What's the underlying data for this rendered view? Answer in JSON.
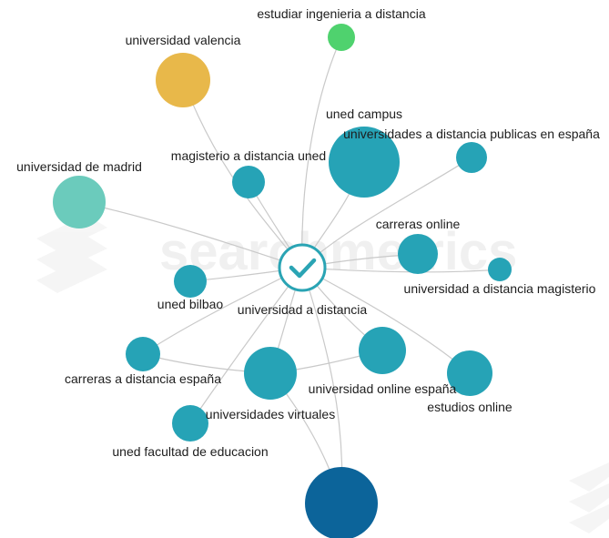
{
  "watermark": {
    "text": "searchmetrics"
  },
  "center": {
    "label": "universidad a distancia",
    "color": "#2aa4b4",
    "icon": "checkmark-icon"
  },
  "colors": {
    "teal": "#26a3b6",
    "dark_blue": "#0c649a",
    "mint": "#6bcbbc",
    "yellow": "#e8b84a",
    "green": "#4fd26e",
    "edge": "#c9c9c9"
  },
  "nodes": [
    {
      "id": "estudiar",
      "label": "estudiar ingenieria a distancia",
      "color": "#4fd26e"
    },
    {
      "id": "valencia",
      "label": "universidad valencia",
      "color": "#e8b84a"
    },
    {
      "id": "uned-campus",
      "label": "uned campus",
      "color": "#26a3b6"
    },
    {
      "id": "publicas",
      "label": "universidades a distancia publicas en españa",
      "color": "#26a3b6"
    },
    {
      "id": "magisterio",
      "label": "magisterio a distancia uned",
      "color": "#26a3b6"
    },
    {
      "id": "madrid",
      "label": "universidad de madrid",
      "color": "#6bcbbc"
    },
    {
      "id": "carreras-online",
      "label": "carreras online",
      "color": "#26a3b6"
    },
    {
      "id": "univ-magisterio",
      "label": "universidad a distancia magisterio",
      "color": "#26a3b6"
    },
    {
      "id": "bilbao",
      "label": "uned bilbao",
      "color": "#26a3b6"
    },
    {
      "id": "carreras-espana",
      "label": "carreras a distancia españa",
      "color": "#26a3b6"
    },
    {
      "id": "online-espana",
      "label": "universidad online españa",
      "color": "#26a3b6"
    },
    {
      "id": "estudios-online",
      "label": "estudios online",
      "color": "#26a3b6"
    },
    {
      "id": "virtuales",
      "label": "universidades virtuales",
      "color": "#26a3b6"
    },
    {
      "id": "educacion",
      "label": "uned facultad de educacion",
      "color": "#26a3b6"
    },
    {
      "id": "uned",
      "label": "",
      "color": "#0c649a"
    }
  ]
}
